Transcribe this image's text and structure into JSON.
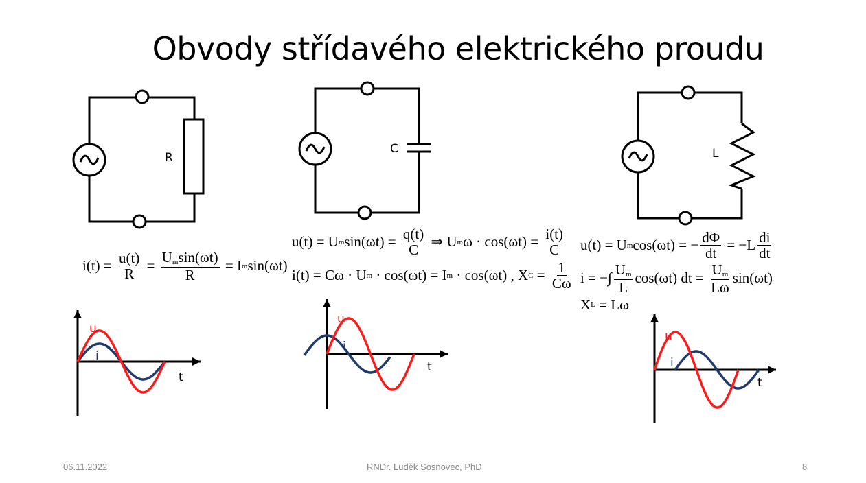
{
  "title": "Obvody střídavého elektrického proudu",
  "circuits": {
    "resistor_label": "R",
    "capacitor_label": "C",
    "inductor_label": "L"
  },
  "formulas": {
    "resistor": [
      [
        {
          "t": "i(t) = "
        },
        {
          "frac": [
            [
              {
                "t": "u(t)"
              }
            ],
            [
              {
                "t": "R"
              }
            ]
          ]
        },
        {
          "t": " = "
        },
        {
          "frac": [
            [
              {
                "t": "U"
              },
              {
                "sub": "m"
              },
              {
                "t": "sin(ωt)"
              }
            ],
            [
              {
                "t": "R"
              }
            ]
          ]
        },
        {
          "t": " = I"
        },
        {
          "sub": "m"
        },
        {
          "t": "sin(ωt)"
        }
      ]
    ],
    "capacitor": [
      [
        {
          "t": "u(t) = U"
        },
        {
          "sub": "m"
        },
        {
          "t": "sin(ωt) = "
        },
        {
          "frac": [
            [
              {
                "t": "q(t)"
              }
            ],
            [
              {
                "t": "C"
              }
            ]
          ]
        },
        {
          "t": " ⇒ U"
        },
        {
          "sub": "m"
        },
        {
          "t": "ω · cos(ωt) = "
        },
        {
          "frac": [
            [
              {
                "t": "i(t)"
              }
            ],
            [
              {
                "t": "C"
              }
            ]
          ]
        }
      ],
      [
        {
          "t": "i(t) = Cω · U"
        },
        {
          "sub": "m"
        },
        {
          "t": " · cos(ωt) = I"
        },
        {
          "sub": "m"
        },
        {
          "t": " · cos(ωt) , X"
        },
        {
          "sub": "C"
        },
        {
          "t": " = "
        },
        {
          "frac": [
            [
              {
                "t": "1"
              }
            ],
            [
              {
                "t": "Cω"
              }
            ]
          ]
        }
      ]
    ],
    "inductor": [
      [
        {
          "t": "u(t) = U"
        },
        {
          "sub": "m"
        },
        {
          "t": "cos(ωt) = −"
        },
        {
          "frac": [
            [
              {
                "t": "dΦ"
              }
            ],
            [
              {
                "t": "dt"
              }
            ]
          ]
        },
        {
          "t": " = −L"
        },
        {
          "frac": [
            [
              {
                "t": "di"
              }
            ],
            [
              {
                "t": "dt"
              }
            ]
          ]
        }
      ],
      [
        {
          "t": "i = −∫"
        },
        {
          "frac": [
            [
              {
                "t": "U"
              },
              {
                "sub": "m"
              }
            ],
            [
              {
                "t": "L"
              }
            ]
          ]
        },
        {
          "t": "cos(ωt) dt = "
        },
        {
          "frac": [
            [
              {
                "t": "U"
              },
              {
                "sub": "m"
              }
            ],
            [
              {
                "t": "Lω"
              }
            ]
          ]
        },
        {
          "t": "sin(ωt)"
        }
      ],
      [
        {
          "t": "X"
        },
        {
          "sub": "L"
        },
        {
          "t": " = Lω"
        }
      ]
    ]
  },
  "graphs": {
    "u_label": "u",
    "i_label": "i",
    "t_label": "t",
    "u_color": "#ff1a1a",
    "i_color": "#1f3a6e"
  },
  "footer": {
    "date": "06.11.2022",
    "author": "RNDr. Luděk Sosnovec, PhD",
    "page": "8"
  }
}
